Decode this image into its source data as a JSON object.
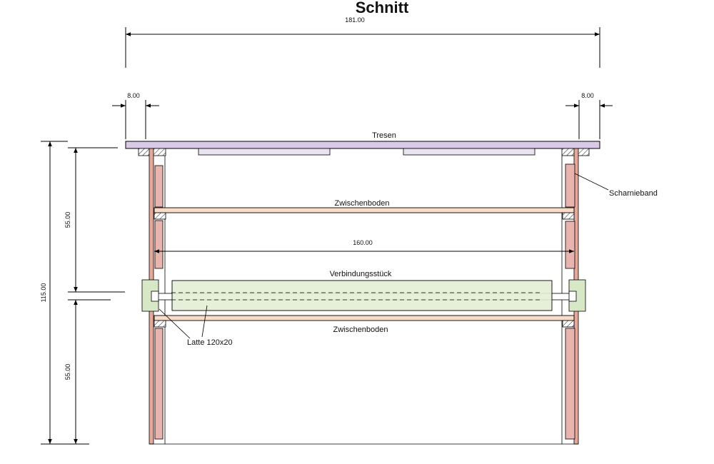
{
  "title": "Schnitt",
  "dimensions": {
    "overall_width": "181.00",
    "left_post": "8.00",
    "right_post": "8.00",
    "inner_width": "160.00",
    "total_height": "115.00",
    "upper_height": "55.00",
    "lower_height": "55.00"
  },
  "labels": {
    "counter": "Tresen",
    "hinge": "Scharnieband",
    "shelf_upper": "Zwischenboden",
    "connector": "Verbindungsstück",
    "shelf_lower": "Zwischenboden",
    "batten": "Latte 120x20"
  },
  "colors": {
    "counter": "#d9c8e6",
    "counter_strip": "#e9e2f0",
    "shelf": "#f8dcc8",
    "panel": "#eab4ae",
    "post_edge": "#e8a899",
    "connector": "#e3eed5",
    "end_block": "#d6e8c6"
  }
}
